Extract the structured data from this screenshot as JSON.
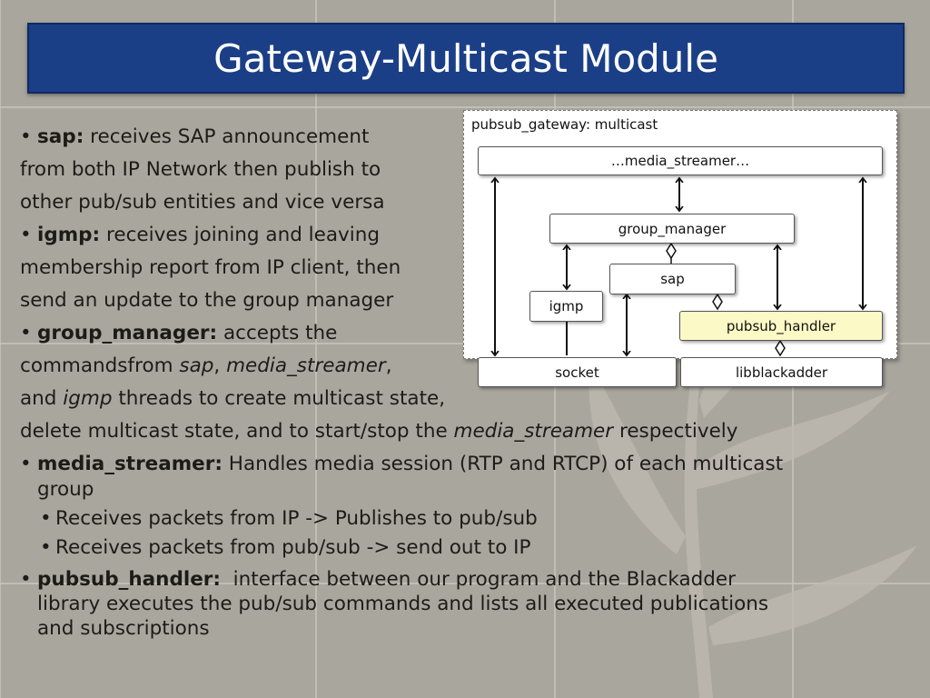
{
  "slide": {
    "title": "Gateway-Multicast Module"
  },
  "diagram": {
    "label": "pubsub_gateway: multicast",
    "nodes": {
      "media_streamer": "…media_streamer…",
      "group_manager": "group_manager",
      "sap": "sap",
      "igmp": "igmp",
      "pubsub_handler": "pubsub_handler",
      "socket": "socket",
      "libblackadder": "libblackadder"
    }
  },
  "content": {
    "bullet_char": "•",
    "sap": {
      "term": "sap:",
      "line1": " receives SAP announcement",
      "line2": "from both IP Network then publish to",
      "line3": "other pub/sub entities and vice versa"
    },
    "igmp": {
      "term": "igmp:",
      "line1": " receives joining and leaving",
      "line2": "membership report from IP client, then",
      "line3": "send an update to the group manager"
    },
    "group_manager": {
      "term": "group_manager:",
      "line1": " accepts the",
      "line2_a": "commandsfrom ",
      "line2_b": "sap",
      "line2_c": ", ",
      "line2_d": "media_streamer",
      "line2_e": ",",
      "line3_a": "and ",
      "line3_b": "igmp",
      "line3_c": " threads to create multicast state,",
      "line4_a": "delete multicast state, and to start/stop the ",
      "line4_b": "media_streamer",
      "line4_c": " respectively"
    },
    "media_streamer": {
      "term": "media_streamer:",
      "line1": " Handles media session (RTP and RTCP) of each multicast",
      "line2": "group",
      "sub1": "Receives packets from IP -> Publishes to pub/sub",
      "sub2": "Receives packets from pub/sub -> send out to IP"
    },
    "pubsub_handler": {
      "term": "pubsub_handler:",
      "line1": "  interface between our program and the Blackadder",
      "line2": "library executes the pub/sub commands and lists all executed publications",
      "line3": "and subscriptions"
    }
  }
}
